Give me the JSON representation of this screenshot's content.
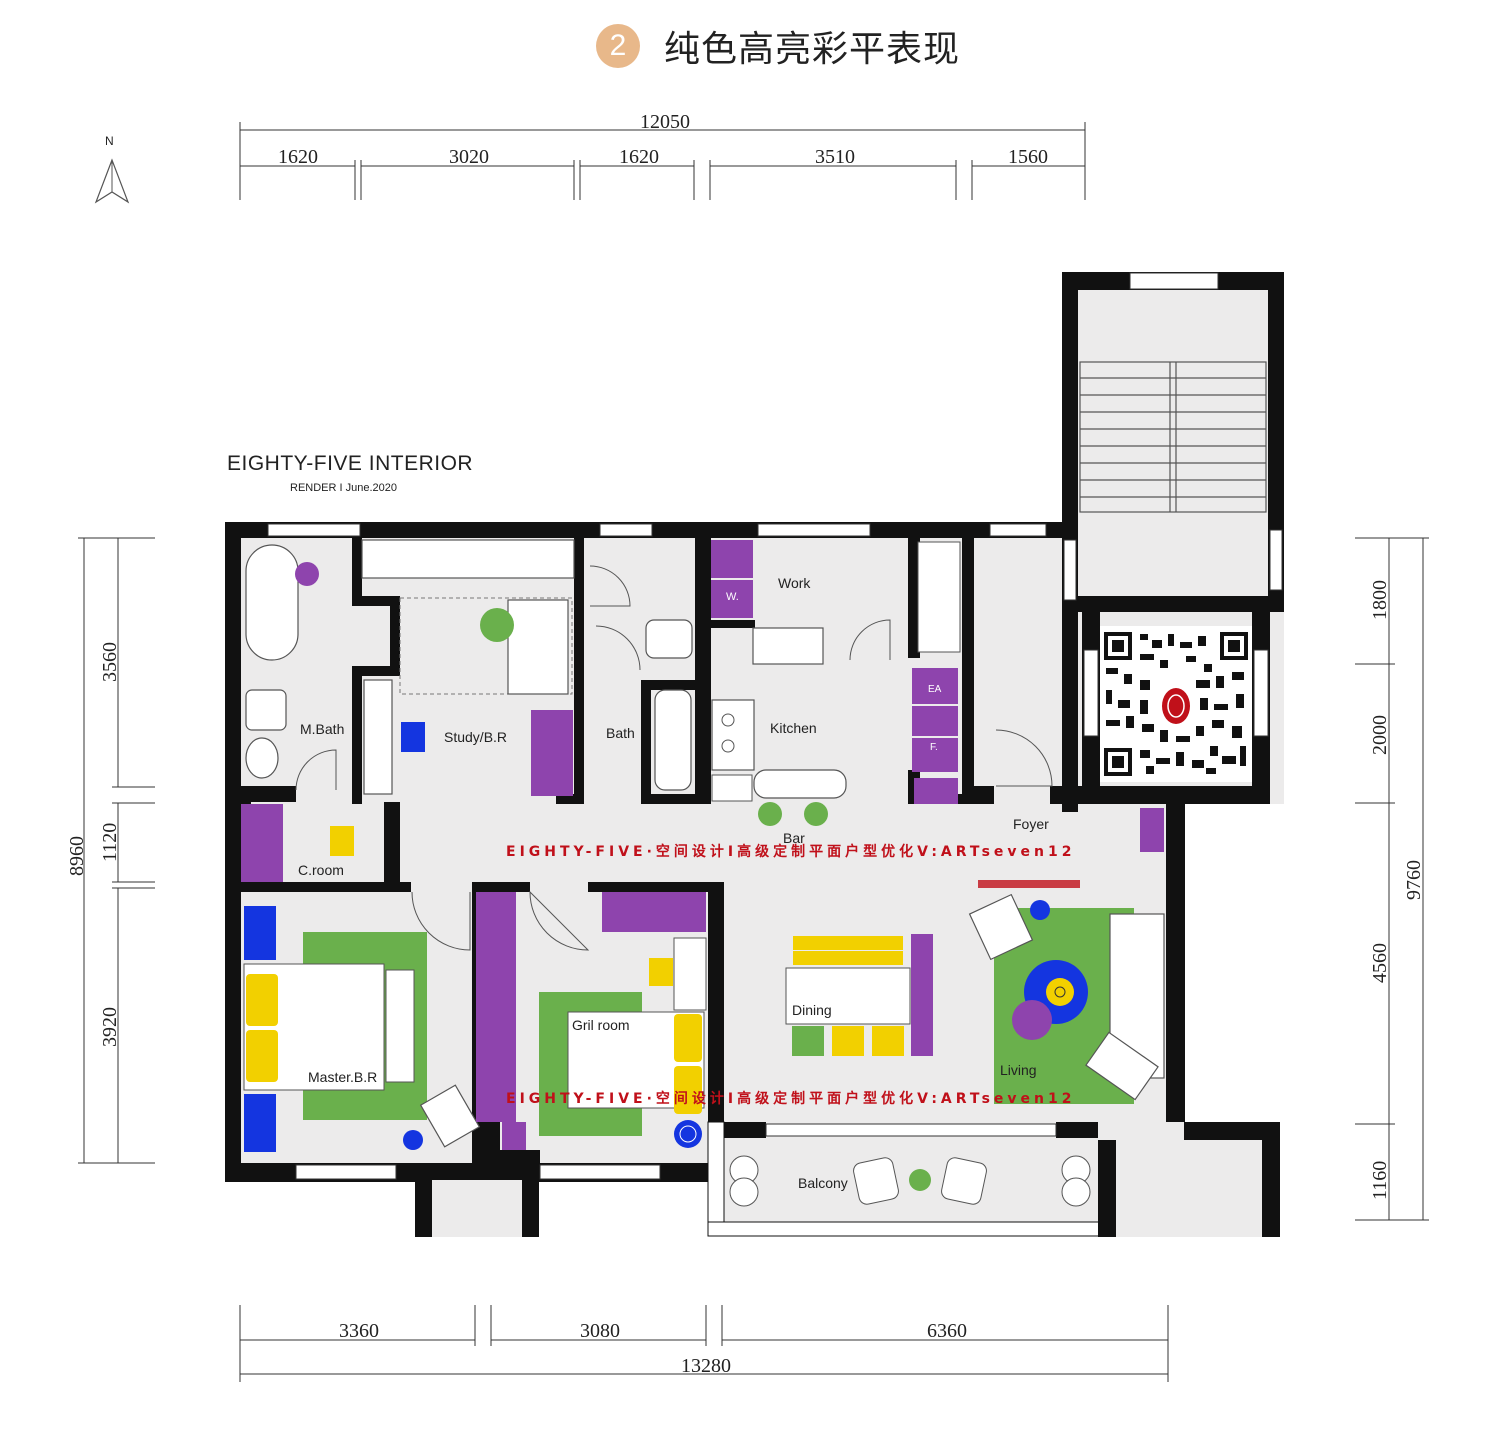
{
  "header": {
    "step_number": "2",
    "title": "纯色高亮彩平表现"
  },
  "brand": {
    "name": "EIGHTY-FIVE INTERIOR",
    "sub": "RENDER  I  June.2020"
  },
  "north": "N",
  "dimensions": {
    "top_total": "12050",
    "top_segments": [
      "1620",
      "3020",
      "1620",
      "3510",
      "1560"
    ],
    "bottom_total": "13280",
    "bottom_segments": [
      "3360",
      "3080",
      "6360"
    ],
    "left_total": "8960",
    "left_segments": [
      "3560",
      "1120",
      "3920"
    ],
    "right_total": "9760",
    "right_segments": [
      "1800",
      "2000",
      "4560",
      "1160"
    ]
  },
  "rooms": {
    "mbath": "M.Bath",
    "study": "Study/B.R",
    "bath": "Bath",
    "kitchen": "Kitchen",
    "work": "Work",
    "washer": "W.",
    "ea": "EA",
    "f": "F.",
    "bar": "Bar",
    "foyer": "Foyer",
    "croom": "C.room",
    "master": "Master.B.R",
    "girl": "Gril room",
    "dining": "Dining",
    "living": "Living",
    "balcony": "Balcony"
  },
  "watermark": "EIGHTY-FIVE·空间设计I高级定制平面户型优化V:ARTseven12",
  "colors": {
    "wall": "#111111",
    "floor": "#ecebeb",
    "green": "#6ab04c",
    "purple": "#8e44ad",
    "yellow": "#f2d000",
    "blue": "#1435e0",
    "watermark": "#c0101a",
    "badge": "#e8b88a"
  }
}
